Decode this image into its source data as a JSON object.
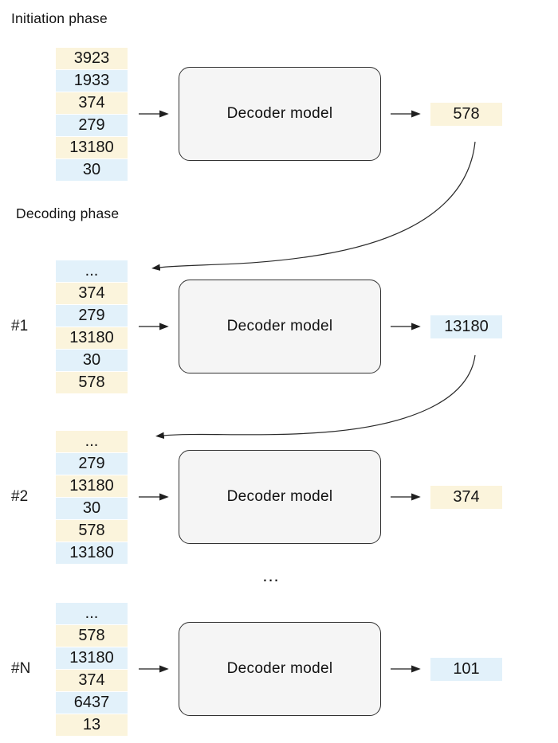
{
  "titles": {
    "initiation": "Initiation phase",
    "decoding": "Decoding phase"
  },
  "decoder_label": "Decoder model",
  "continuation_ellipsis": "...",
  "colors": {
    "token_yellow": "#FBF4DC",
    "token_blue": "#E2F1FA",
    "decoder_box_fill": "#F5F5F5",
    "decoder_box_border": "#333333",
    "arrow": "#1F1F1F"
  },
  "rows": [
    {
      "label": "",
      "tokens": [
        {
          "value": "3923",
          "color": "yellow"
        },
        {
          "value": "1933",
          "color": "blue"
        },
        {
          "value": "374",
          "color": "yellow"
        },
        {
          "value": "279",
          "color": "blue"
        },
        {
          "value": "13180",
          "color": "yellow"
        },
        {
          "value": "30",
          "color": "blue"
        }
      ],
      "output": {
        "value": "578",
        "color": "yellow"
      }
    },
    {
      "label": "#1",
      "tokens": [
        {
          "value": "...",
          "color": "blue"
        },
        {
          "value": "374",
          "color": "yellow"
        },
        {
          "value": "279",
          "color": "blue"
        },
        {
          "value": "13180",
          "color": "yellow"
        },
        {
          "value": "30",
          "color": "blue"
        },
        {
          "value": "578",
          "color": "yellow"
        }
      ],
      "output": {
        "value": "13180",
        "color": "blue"
      }
    },
    {
      "label": "#2",
      "tokens": [
        {
          "value": "...",
          "color": "yellow"
        },
        {
          "value": "279",
          "color": "blue"
        },
        {
          "value": "13180",
          "color": "yellow"
        },
        {
          "value": "30",
          "color": "blue"
        },
        {
          "value": "578",
          "color": "yellow"
        },
        {
          "value": "13180",
          "color": "blue"
        }
      ],
      "output": {
        "value": "374",
        "color": "yellow"
      }
    },
    {
      "label": "#N",
      "tokens": [
        {
          "value": "...",
          "color": "blue"
        },
        {
          "value": "578",
          "color": "yellow"
        },
        {
          "value": "13180",
          "color": "blue"
        },
        {
          "value": "374",
          "color": "yellow"
        },
        {
          "value": "6437",
          "color": "blue"
        },
        {
          "value": "13",
          "color": "yellow"
        }
      ],
      "output": {
        "value": "101",
        "color": "blue"
      }
    }
  ]
}
